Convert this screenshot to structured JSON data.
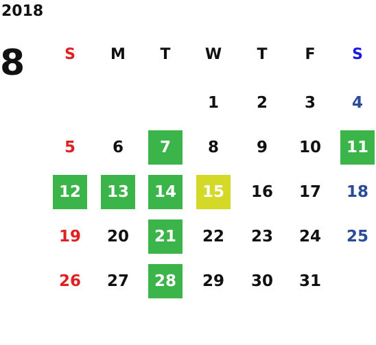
{
  "header": {
    "year": "2018",
    "month": "8"
  },
  "weekdays": [
    "S",
    "M",
    "T",
    "W",
    "T",
    "F",
    "S"
  ],
  "days": {
    "d1": "1",
    "d2": "2",
    "d3": "3",
    "d4": "4",
    "d5": "5",
    "d6": "6",
    "d7": "7",
    "d8": "8",
    "d9": "9",
    "d10": "10",
    "d11": "11",
    "d12": "12",
    "d13": "13",
    "d14": "14",
    "d15": "15",
    "d16": "16",
    "d17": "17",
    "d18": "18",
    "d19": "19",
    "d20": "20",
    "d21": "21",
    "d22": "22",
    "d23": "23",
    "d24": "24",
    "d25": "25",
    "d26": "26",
    "d27": "27",
    "d28": "28",
    "d29": "29",
    "d30": "30",
    "d31": "31"
  },
  "colors": {
    "sunday": "#e02020",
    "saturday_header": "#1a1ae6",
    "saturday": "#2a4a9a",
    "weekday": "#111111",
    "highlight_green": "#3bb54a",
    "highlight_yellow": "#d4d826",
    "highlight_text": "#ffffff"
  },
  "highlights": {
    "green": [
      "7",
      "11",
      "12",
      "13",
      "14",
      "21",
      "28"
    ],
    "yellow": [
      "15"
    ]
  }
}
